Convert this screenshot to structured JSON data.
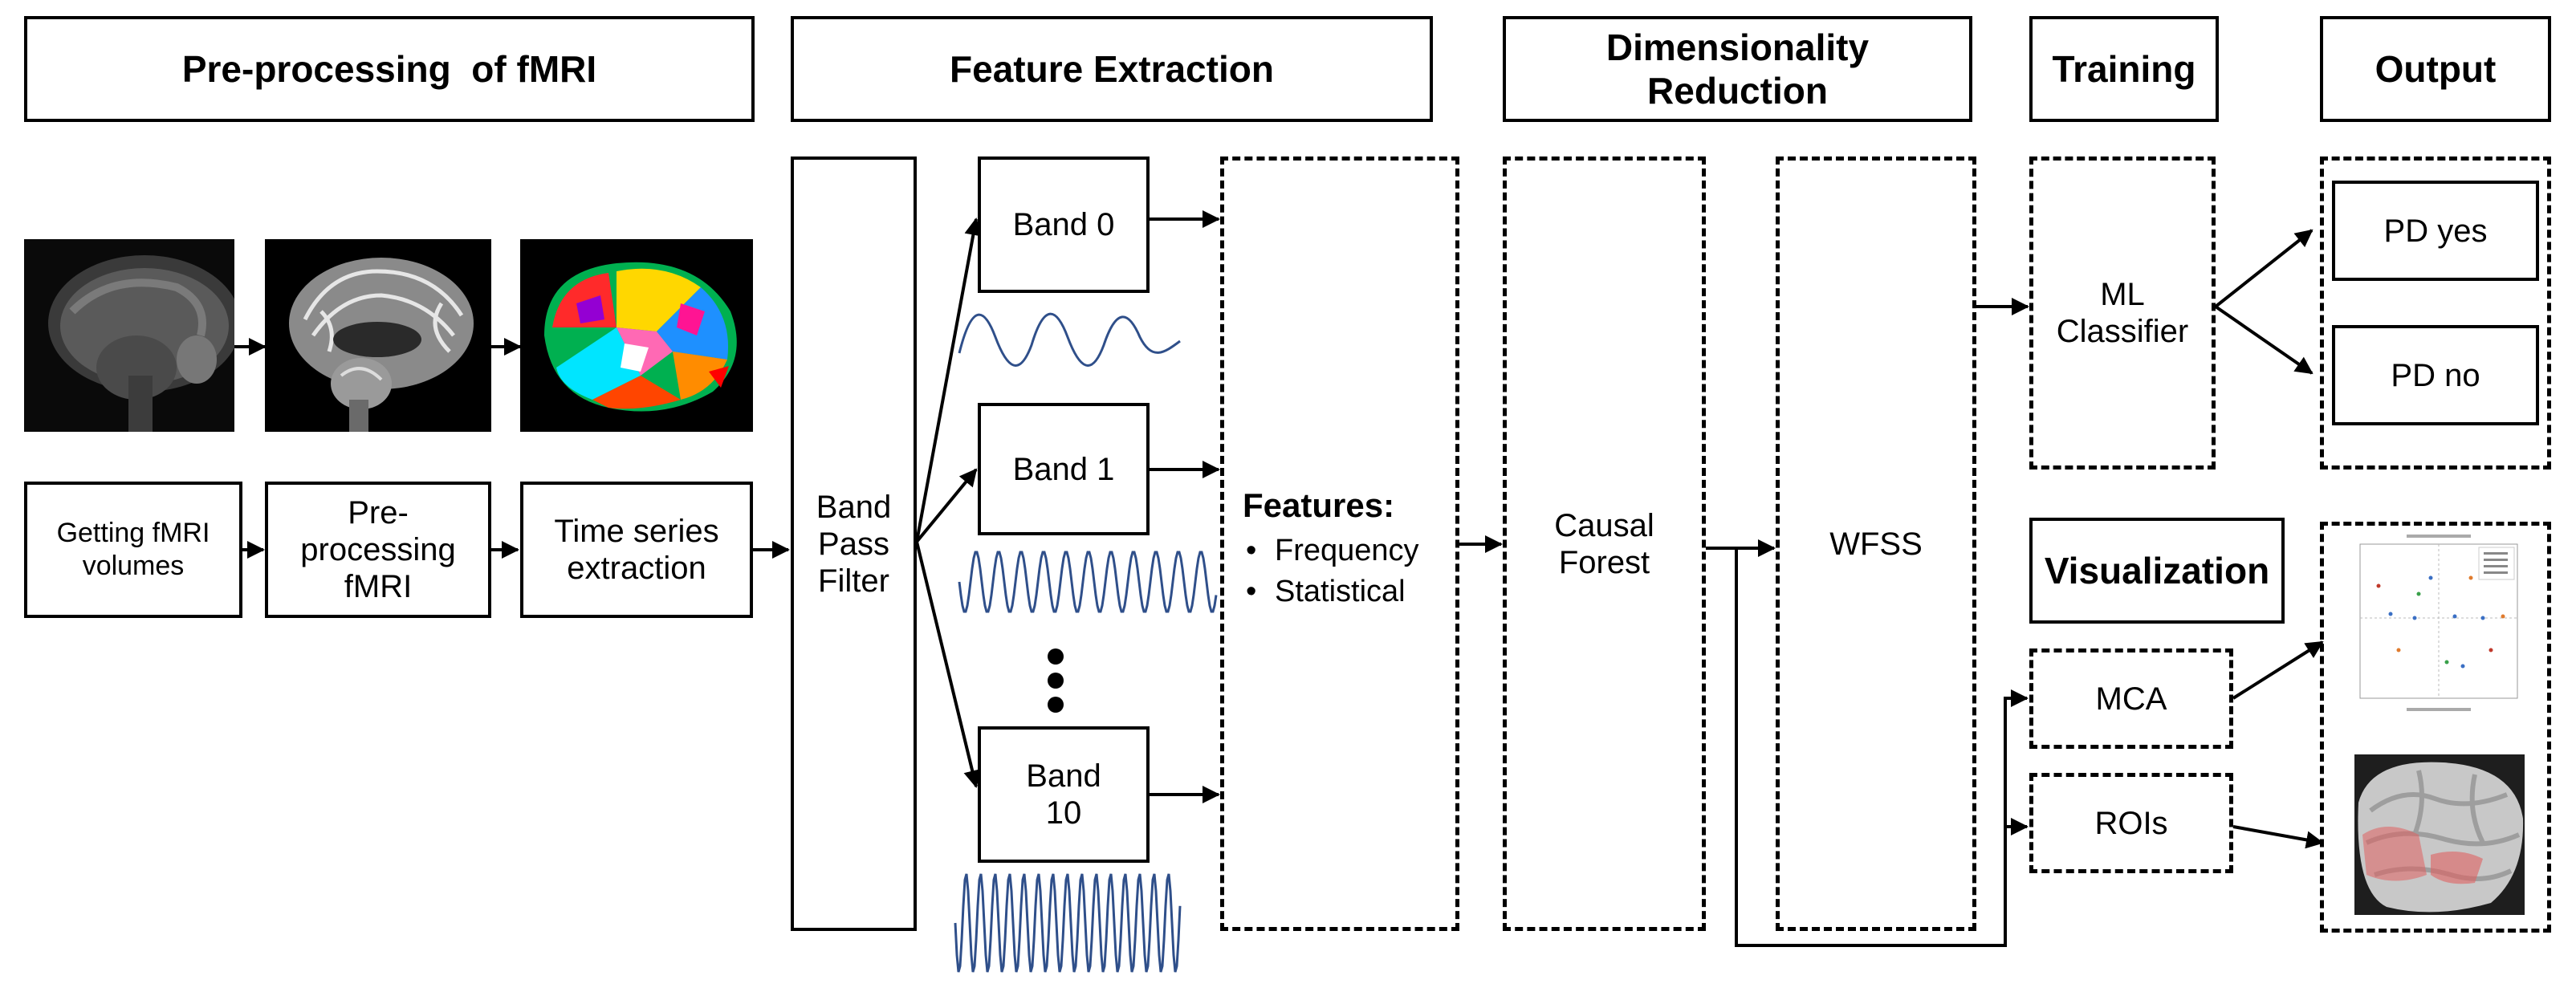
{
  "headers": {
    "preprocessing": "Pre-processing  of fMRI",
    "feature_extraction": "Feature Extraction",
    "dimensionality_reduction": "Dimensionality Reduction",
    "training": "Training",
    "output": "Output",
    "visualization": "Visualization"
  },
  "preprocessing": {
    "step1": "Getting fMRI volumes",
    "step2": "Pre-processing fMRI",
    "step3": "Time series extraction"
  },
  "feature_extraction": {
    "filter": "Band Pass Filter",
    "bands": [
      "Band 0",
      "Band 1",
      "Band 10"
    ],
    "features_title": "Features:",
    "features": [
      "Frequency",
      "Statistical"
    ]
  },
  "dimensionality_reduction": {
    "causal_forest": "Causal Forest",
    "wfss": "WFSS"
  },
  "training": {
    "classifier": "ML Classifier"
  },
  "output": {
    "yes": "PD yes",
    "no": "PD no"
  },
  "visualization": {
    "mca": "MCA",
    "rois": "ROIs"
  },
  "colors": {
    "line": "#000000",
    "wave": "#2f4f8a",
    "brain_gray": "#bdbdbd",
    "roi_red": "#e06060"
  },
  "icons": [
    "mri-raw-icon",
    "mri-preprocessed-icon",
    "brain-atlas-icon",
    "mca-plot-icon",
    "brain-roi-icon"
  ]
}
